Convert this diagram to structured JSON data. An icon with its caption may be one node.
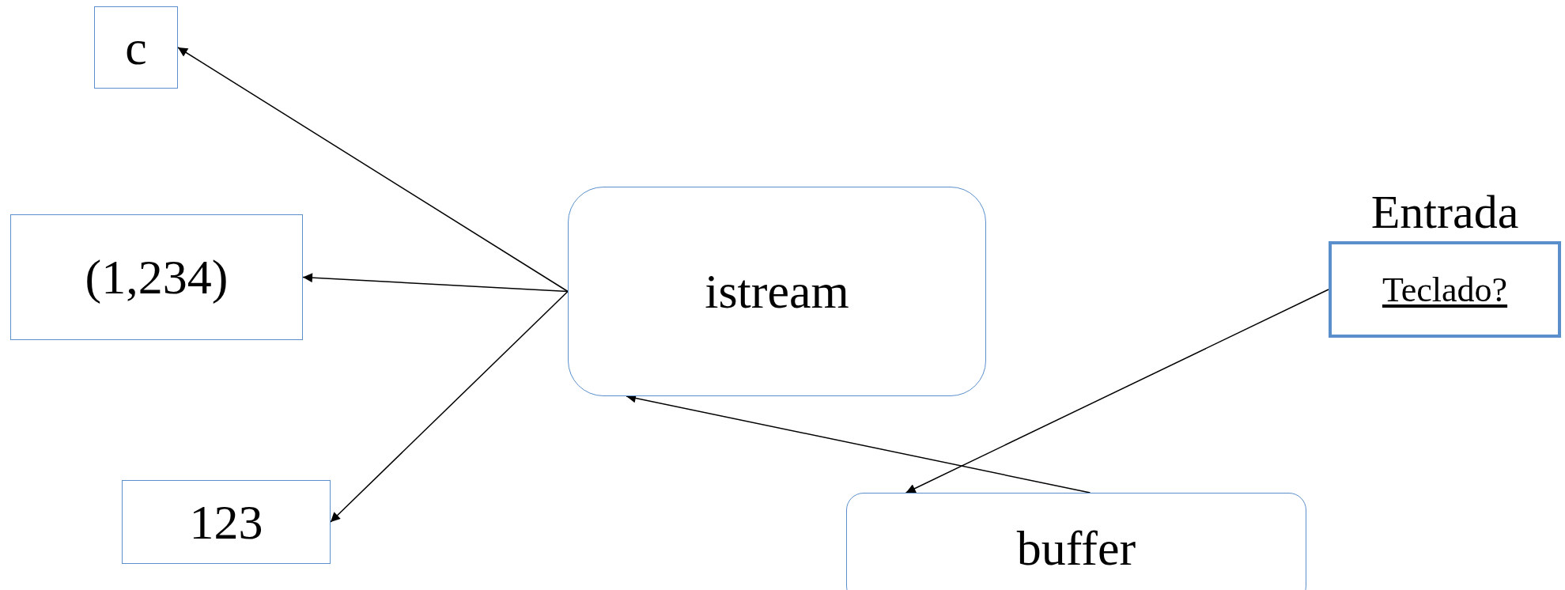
{
  "diagram": {
    "nodes": [
      {
        "text": [
          "c"
        ]
      },
      {
        "text": [
          "(1,234)"
        ]
      },
      {
        "text": [
          "123"
        ]
      },
      {
        "text": [
          "istream"
        ]
      },
      {
        "text": [
          "Entrada",
          "Teclado?"
        ]
      },
      {
        "text": [
          "buffer"
        ]
      }
    ],
    "edges": [
      {
        "from": 3,
        "to": 0,
        "arrow": "to"
      },
      {
        "from": 3,
        "to": 1,
        "arrow": "to"
      },
      {
        "from": 3,
        "to": 2,
        "arrow": "to"
      },
      {
        "from": 5,
        "to": 3,
        "arrow": "to"
      },
      {
        "from": 4,
        "to": 5,
        "arrow": "to"
      }
    ]
  }
}
